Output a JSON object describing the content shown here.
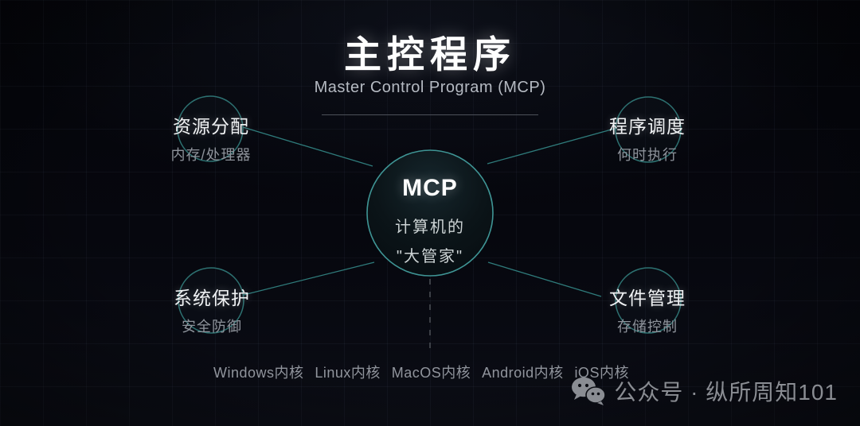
{
  "header": {
    "title": "主控程序",
    "subtitle": "Master Control Program (MCP)"
  },
  "center_node": {
    "title": "MCP",
    "line1": "计算机的",
    "line2": "\"大管家\""
  },
  "nodes": [
    {
      "id": "top-left",
      "label": "资源分配",
      "sub": "内存/处理器"
    },
    {
      "id": "top-right",
      "label": "程序调度",
      "sub": "何时执行"
    },
    {
      "id": "bottom-left",
      "label": "系统保护",
      "sub": "安全防御"
    },
    {
      "id": "bottom-right",
      "label": "文件管理",
      "sub": "存储控制"
    }
  ],
  "kernels": [
    "Windows内核",
    "Linux内核",
    "MacOS内核",
    "Android内核",
    "iOS内核"
  ],
  "watermark": {
    "icon": "wechat-icon",
    "text": "公众号 · 纵所周知101"
  },
  "colors": {
    "background": "#05060b",
    "accent_teal": "#3f9595",
    "node_stroke": "#2d7171",
    "title_white": "#ffffff",
    "muted_gray": "#8e939b"
  }
}
